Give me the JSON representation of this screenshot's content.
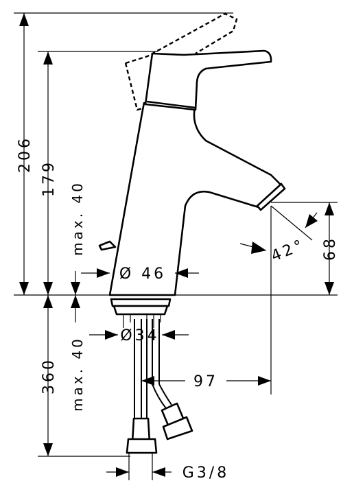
{
  "dimensions": {
    "total_height": "206",
    "spout_height": "179",
    "max_lower": "max. 40",
    "base_diameter": "Ø 46",
    "angle": "42°",
    "outlet_height": "68",
    "hose_length": "360",
    "max_upper": "max. 40",
    "thread_diameter": "Ø34",
    "projection": "97",
    "connection": "G3/8"
  }
}
